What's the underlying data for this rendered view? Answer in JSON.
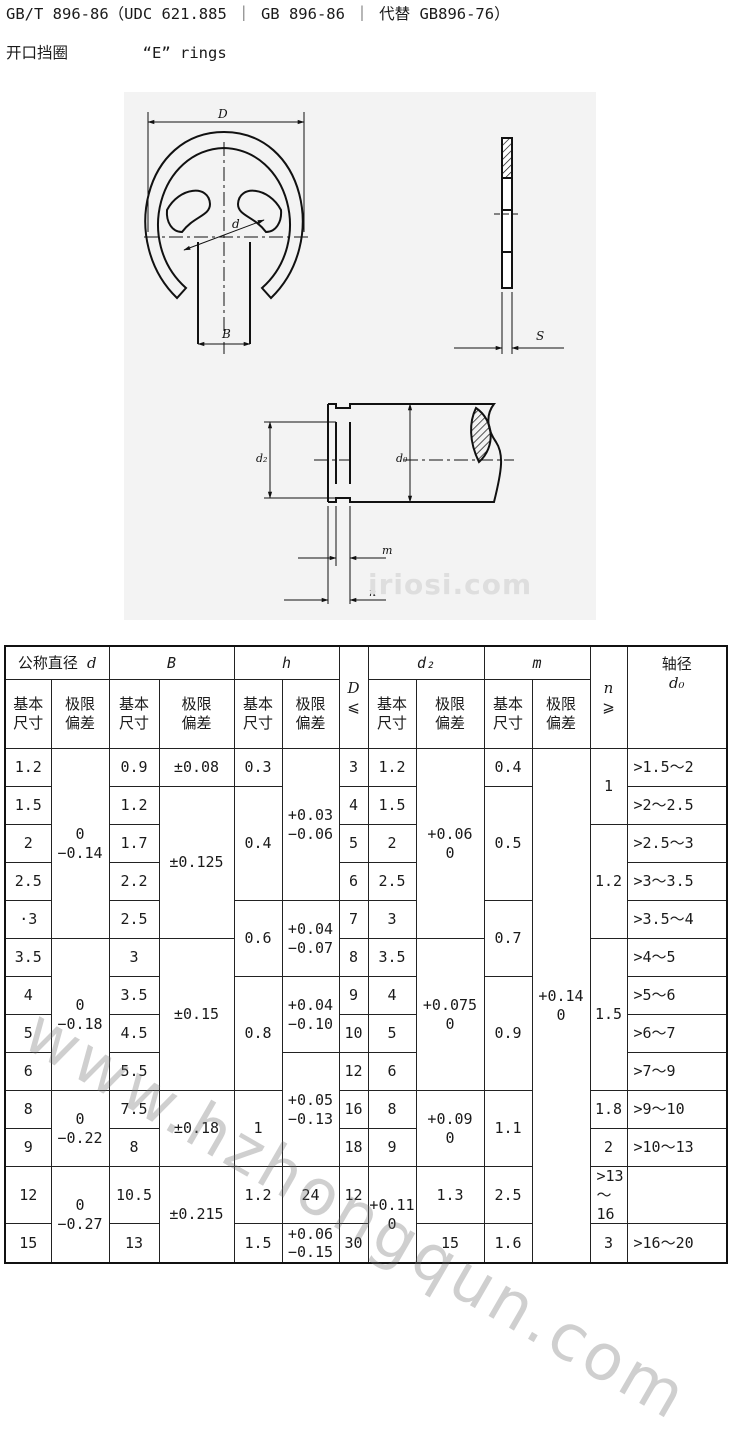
{
  "header": {
    "line1": "GB/T 896-86（UDC 621.885 ｜ GB 896-86 ｜ 代替 GB896-76）",
    "title_cn": "开口挡圈",
    "title_en": "“E” rings"
  },
  "figure": {
    "label_D": "D",
    "label_d": "d",
    "label_B": "B",
    "label_S": "S",
    "label_d2": "d₂",
    "label_d0": "d₀",
    "label_m": "m",
    "label_n": "n",
    "watermark": "iriosi.com"
  },
  "table": {
    "head": {
      "nominal": "公称直径",
      "nominal_sym": "d",
      "B": "B",
      "h": "h",
      "D": "D",
      "le": "⩽",
      "d2": "d₂",
      "m": "m",
      "n": "n",
      "ge": "⩾",
      "shaft": "轴径",
      "shaft_sym": "d₀",
      "basic_a": "基本",
      "basic_b": "尺寸",
      "limit_a": "极限",
      "limit_b": "偏差"
    },
    "rows": [
      {
        "d": "1.2",
        "B": "0.9",
        "h": "0.3",
        "D": "3",
        "d2": "1.2",
        "m": "0.4",
        "d0": ">1.5～2"
      },
      {
        "d": "1.5",
        "B": "1.2",
        "D": "4",
        "d2": "1.5",
        "d0": ">2～2.5"
      },
      {
        "d": "2",
        "B": "1.7",
        "D": "5",
        "d2": "2",
        "d0": ">2.5～3"
      },
      {
        "d": "2.5",
        "B": "2.2",
        "D": "6",
        "d2": "2.5",
        "d0": ">3～3.5"
      },
      {
        "d": "·3",
        "B": "2.5",
        "D": "7",
        "d2": "3",
        "d0": ">3.5～4"
      },
      {
        "d": "3.5",
        "B": "3",
        "D": "8",
        "d2": "3.5",
        "d0": ">4～5"
      },
      {
        "d": "4",
        "B": "3.5",
        "D": "9",
        "d2": "4",
        "d0": ">5～6"
      },
      {
        "d": "5",
        "B": "4.5",
        "D": "10",
        "d2": "5",
        "d0": ">6～7"
      },
      {
        "d": "6",
        "B": "5.5",
        "D": "12",
        "d2": "6",
        "d0": ">7～9"
      },
      {
        "d": "8",
        "B": "7.5",
        "D": "16",
        "d2": "8",
        "d0": ">9～10"
      },
      {
        "d": "9",
        "B": "8",
        "D": "18",
        "d2": "9",
        "d0": ">10～13"
      },
      {
        "d": "12",
        "B": "10.5",
        "h": "1.2",
        "D": "24",
        "d2": "12",
        "m": "1.3",
        "d0": ">13～16"
      },
      {
        "d": "15",
        "B": "13",
        "h": "1.5",
        "D": "30",
        "d2": "15",
        "m": "1.6",
        "d0": ">16～20"
      }
    ],
    "merged": {
      "d_tol_1": [
        "0",
        "−0.14"
      ],
      "d_tol_2": [
        "0",
        "−0.18"
      ],
      "d_tol_3": [
        "0",
        "−0.22"
      ],
      "d_tol_4": [
        "0",
        "−0.27"
      ],
      "B_tol_1": "±0.08",
      "B_tol_2": "±0.125",
      "B_tol_3": "±0.15",
      "B_tol_4": "±0.18",
      "B_tol_5": "±0.215",
      "h_04": "0.4",
      "h_06": "0.6",
      "h_08": "0.8",
      "h_1": "1",
      "h_tol_1": [
        "+0.03",
        "−0.06"
      ],
      "h_tol_2": [
        "+0.04",
        "−0.07"
      ],
      "h_tol_3": [
        "+0.04",
        "−0.10"
      ],
      "h_tol_4": [
        "+0.05",
        "−0.13"
      ],
      "h_tol_5": [
        "+0.06",
        "−0.15"
      ],
      "d2_tol_1": [
        "+0.06",
        "0"
      ],
      "d2_tol_2": [
        "+0.075",
        "0"
      ],
      "d2_tol_3": [
        "+0.09",
        "0"
      ],
      "d2_tol_4": [
        "+0.11",
        "0"
      ],
      "m_05": "0.5",
      "m_07": "0.7",
      "m_09": "0.9",
      "m_11": "1.1",
      "m_tol": [
        "+0.14",
        "0"
      ],
      "n_1": "1",
      "n_12": "1.2",
      "n_15": "1.5",
      "n_18": "1.8",
      "n_2": "2",
      "n_25": "2.5",
      "n_3": "3"
    },
    "watermark": "www.hzhongqun.com"
  }
}
